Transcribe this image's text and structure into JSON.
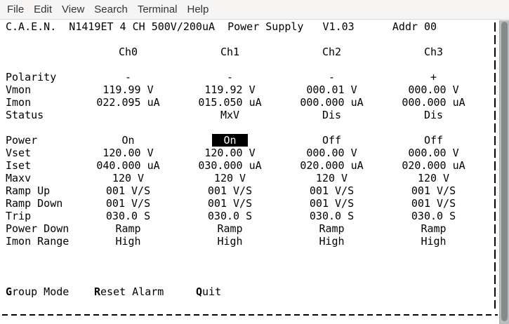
{
  "menubar": {
    "items": [
      "File",
      "Edit",
      "View",
      "Search",
      "Terminal",
      "Help"
    ]
  },
  "terminal": {
    "title": "C.A.E.N.  N1419ET 4 CH 500V/200uA  Power Supply   V1.03      Addr 00",
    "columns": [
      "Ch0",
      "Ch1",
      "Ch2",
      "Ch3"
    ],
    "monitor_rows": [
      {
        "label": "Polarity",
        "values": [
          "-",
          "-",
          "-",
          "+"
        ]
      },
      {
        "label": "Vmon",
        "values": [
          "119.99 V",
          "119.92 V",
          "000.01 V",
          "000.00 V"
        ]
      },
      {
        "label": "Imon",
        "values": [
          "022.095 uA",
          "015.050 uA",
          "000.000 uA",
          "000.000 uA"
        ]
      },
      {
        "label": "Status",
        "values": [
          "",
          "MxV",
          "Dis",
          "Dis"
        ]
      }
    ],
    "setting_rows": [
      {
        "label": "Power",
        "values": [
          "On",
          "On",
          "Off",
          "Off"
        ],
        "highlighted_column": 1
      },
      {
        "label": "Vset",
        "values": [
          "120.00 V",
          "120.00 V",
          "000.00 V",
          "000.00 V"
        ]
      },
      {
        "label": "Iset",
        "values": [
          "040.000 uA",
          "030.000 uA",
          "020.000 uA",
          "020.000 uA"
        ]
      },
      {
        "label": "Maxv",
        "values": [
          "120 V",
          "120 V",
          "120 V",
          "120 V"
        ]
      },
      {
        "label": "Ramp Up",
        "values": [
          "001 V/S",
          "001 V/S",
          "001 V/S",
          "001 V/S"
        ]
      },
      {
        "label": "Ramp Down",
        "values": [
          "001 V/S",
          "001 V/S",
          "001 V/S",
          "001 V/S"
        ]
      },
      {
        "label": "Trip",
        "values": [
          "030.0 S",
          "030.0 S",
          "030.0 S",
          "030.0 S"
        ]
      },
      {
        "label": "Power Down",
        "values": [
          "Ramp",
          "Ramp",
          "Ramp",
          "Ramp"
        ]
      },
      {
        "label": "Imon Range",
        "values": [
          "High",
          "High",
          "High",
          "High"
        ]
      }
    ],
    "commands": [
      {
        "hotkey": "G",
        "rest": "roup Mode"
      },
      {
        "hotkey": "R",
        "rest": "eset Alarm"
      },
      {
        "hotkey": "Q",
        "rest": "uit"
      }
    ],
    "colors": {
      "background": "#ffffff",
      "foreground": "#000000",
      "highlight_bg": "#000000",
      "highlight_fg": "#ffffff"
    }
  }
}
